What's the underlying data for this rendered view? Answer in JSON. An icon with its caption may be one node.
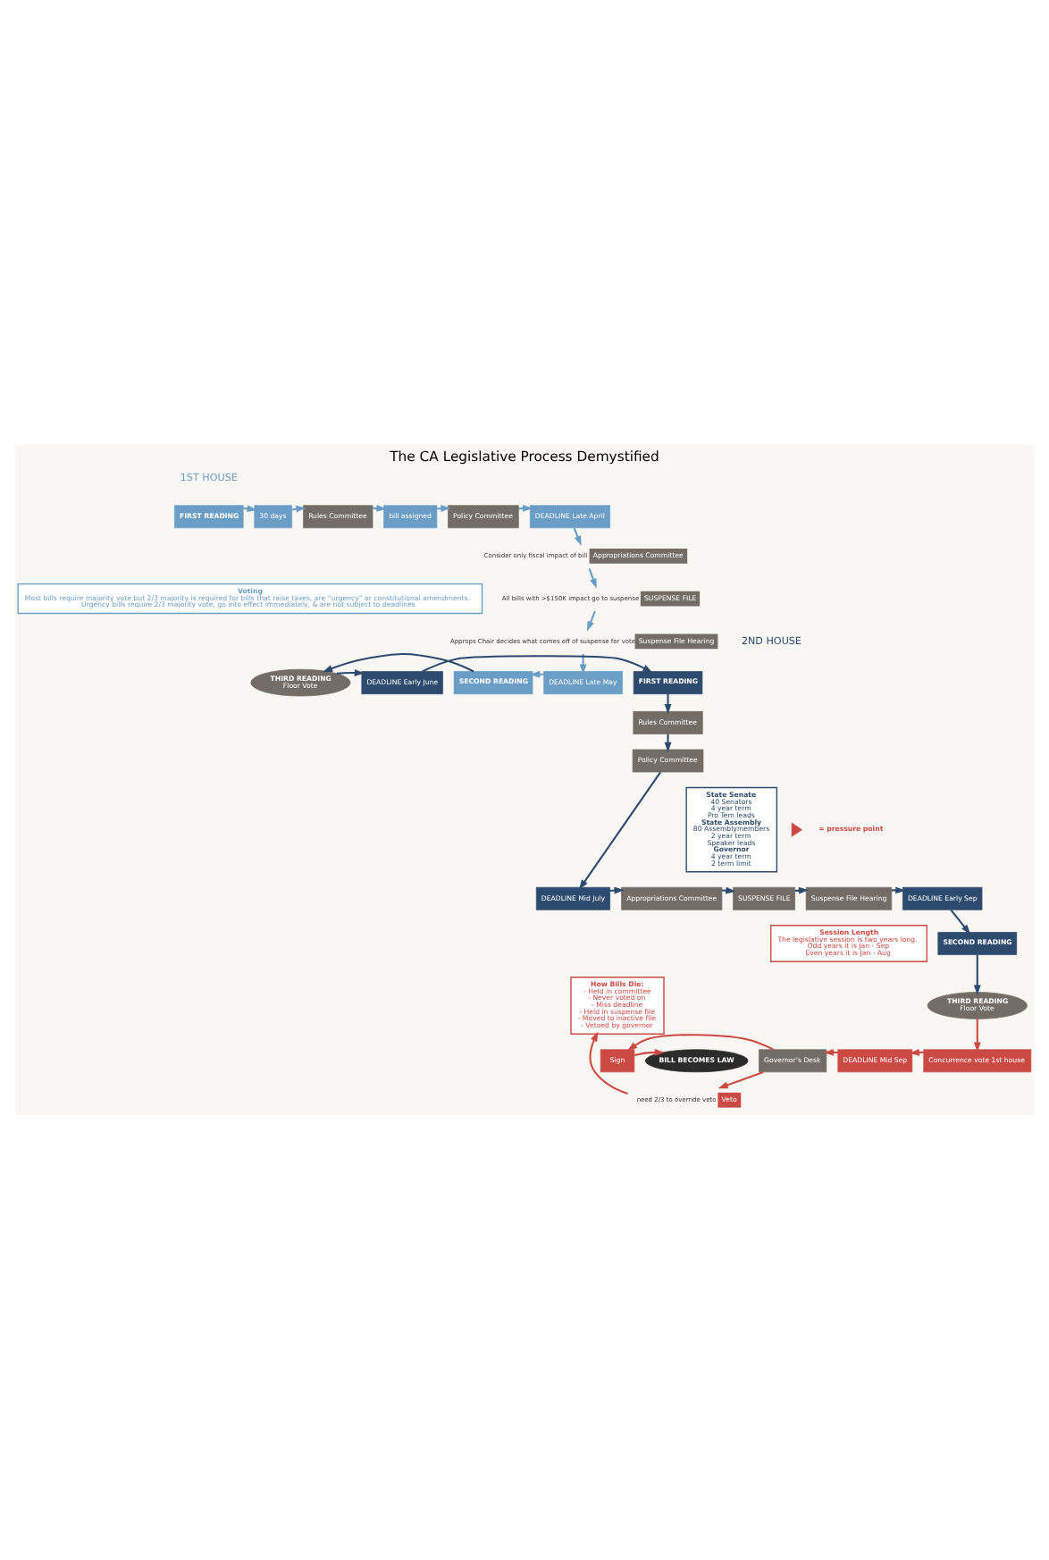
{
  "diagram": {
    "title": "The CA Legislative Process Demystified",
    "nodes": [
      {
        "text": [
          "FIRST READING"
        ]
      },
      {
        "text": [
          "30 days"
        ]
      },
      {
        "text": [
          "Rules Committee"
        ]
      },
      {
        "text": [
          "bill assigned"
        ]
      },
      {
        "text": [
          "Policy Committee"
        ]
      },
      {
        "text": [
          "DEADLINE Late April"
        ]
      },
      {
        "text": [
          "Appropriations Committee"
        ],
        "beside": [
          "Consider only fiscal impact of bill"
        ]
      },
      {
        "text": [
          "SUSPENSE FILE"
        ],
        "beside": [
          "All bills with >$150K impact go to suspense"
        ]
      },
      {
        "text": [
          "Suspense File Hearing"
        ],
        "beside": [
          "Approps Chair decides what comes off of suspense for vote"
        ]
      },
      {
        "text": [
          "DEADLINE Late May"
        ]
      },
      {
        "text": [
          "SECOND READING"
        ]
      },
      {
        "text": [
          "THIRD READING",
          "Floor Vote"
        ]
      },
      {
        "text": [
          "DEADLINE Early June"
        ]
      },
      {
        "text": [
          "FIRST READING"
        ]
      },
      {
        "text": [
          "Rules Committee"
        ]
      },
      {
        "text": [
          "Policy Committee"
        ]
      },
      {
        "text": [
          "DEADLINE Mid July"
        ]
      },
      {
        "text": [
          "Appropriations Committee"
        ]
      },
      {
        "text": [
          "SUSPENSE FILE"
        ]
      },
      {
        "text": [
          "Suspense File Hearing"
        ]
      },
      {
        "text": [
          "DEADLINE Early Sep"
        ]
      },
      {
        "text": [
          "SECOND READING"
        ]
      },
      {
        "text": [
          "THIRD READING",
          "Floor Vote"
        ]
      },
      {
        "text": [
          "Concurrence vote 1st house"
        ]
      },
      {
        "text": [
          "DEADLINE Mid Sep"
        ]
      },
      {
        "text": [
          "Governor’s Desk"
        ]
      },
      {
        "text": [
          "Sign"
        ]
      },
      {
        "text": [
          "BILL BECOMES LAW"
        ]
      },
      {
        "text": [
          "Veto"
        ],
        "beside": [
          "need 2/3 to override veto"
        ]
      },
      {
        "text": [
          "Voting",
          "Most bills require majority vote but 2/3 majority is required for bills that raise taxes, are “urgency” or constitutional amendments.",
          "Urgency bills require 2/3 majority vote, go into effect immediately, & are not subject to deadlines"
        ]
      },
      {
        "text": [
          "State Senate",
          "40 Senators",
          "4 year term",
          "Pro Tem leads",
          "State Assembly",
          "80 Assemblymembers",
          "2 year term",
          "Speaker leads",
          "Governor",
          "4 year term",
          "2 term limit"
        ]
      },
      {
        "text": [
          "How Bills Die:",
          "- Held in committee",
          "- Never voted on",
          "- Miss deadline",
          "- Held in suspense file",
          "- Moved to inactive file",
          "- Vetoed by governor"
        ]
      },
      {
        "text": [
          "Session Length",
          "The legislative session is two years long.",
          "Odd years it is Jan - Sep",
          "Even years it is Jan - Aug"
        ]
      }
    ],
    "edges": [
      {
        "from": 0,
        "to": 1,
        "arrow": "to",
        "color": "#6a9ec6"
      },
      {
        "from": 1,
        "to": 2,
        "arrow": "to",
        "color": "#6a9ec6"
      },
      {
        "from": 2,
        "to": 3,
        "arrow": "to",
        "color": "#6a9ec6"
      },
      {
        "from": 3,
        "to": 4,
        "arrow": "to",
        "color": "#6a9ec6"
      },
      {
        "from": 4,
        "to": 5,
        "arrow": "to",
        "color": "#6a9ec6"
      },
      {
        "from": 5,
        "to": 6,
        "arrow": "to",
        "color": "#6a9ec6"
      },
      {
        "from": 6,
        "to": 7,
        "arrow": "to",
        "color": "#6a9ec6"
      },
      {
        "from": 7,
        "to": 8,
        "arrow": "to",
        "color": "#6a9ec6"
      },
      {
        "from": 8,
        "to": 9,
        "arrow": "to",
        "color": "#6a9ec6"
      },
      {
        "from": 9,
        "to": 10,
        "arrow": "to",
        "color": "#6a9ec6"
      },
      {
        "from": 10,
        "to": 11,
        "arrow": "to"
      },
      {
        "from": 11,
        "to": 12,
        "arrow": "to"
      },
      {
        "from": 12,
        "to": 13,
        "arrow": "to"
      },
      {
        "from": 13,
        "to": 14,
        "arrow": "to"
      },
      {
        "from": 14,
        "to": 15,
        "arrow": "to"
      },
      {
        "from": 15,
        "to": 16,
        "arrow": "to"
      },
      {
        "from": 16,
        "to": 17,
        "arrow": "to"
      },
      {
        "from": 17,
        "to": 18,
        "arrow": "to"
      },
      {
        "from": 18,
        "to": 19,
        "arrow": "to"
      },
      {
        "from": 19,
        "to": 20,
        "arrow": "to"
      },
      {
        "from": 20,
        "to": 21,
        "arrow": "to"
      },
      {
        "from": 21,
        "to": 22,
        "arrow": "to"
      },
      {
        "from": 22,
        "to": 23,
        "arrow": "to",
        "color": "#cc4a44"
      },
      {
        "from": 23,
        "to": 24,
        "arrow": "to",
        "color": "#cc4a44"
      },
      {
        "from": 24,
        "to": 25,
        "arrow": "to",
        "color": "#cc4a44"
      },
      {
        "from": 25,
        "to": 26,
        "arrow": "to",
        "color": "#cc4a44"
      },
      {
        "from": 26,
        "to": 27,
        "arrow": "to",
        "color": "#cc4a44"
      },
      {
        "from": 25,
        "to": 28,
        "arrow": "to",
        "color": "#cc4a44"
      },
      {
        "from": 28,
        "to": 31,
        "arrow": "to",
        "color": "#cc4a44"
      }
    ],
    "labels": [
      "1ST HOUSE",
      "2ND HOUSE"
    ],
    "legend": [
      {
        "text": "= pressure point"
      }
    ]
  }
}
